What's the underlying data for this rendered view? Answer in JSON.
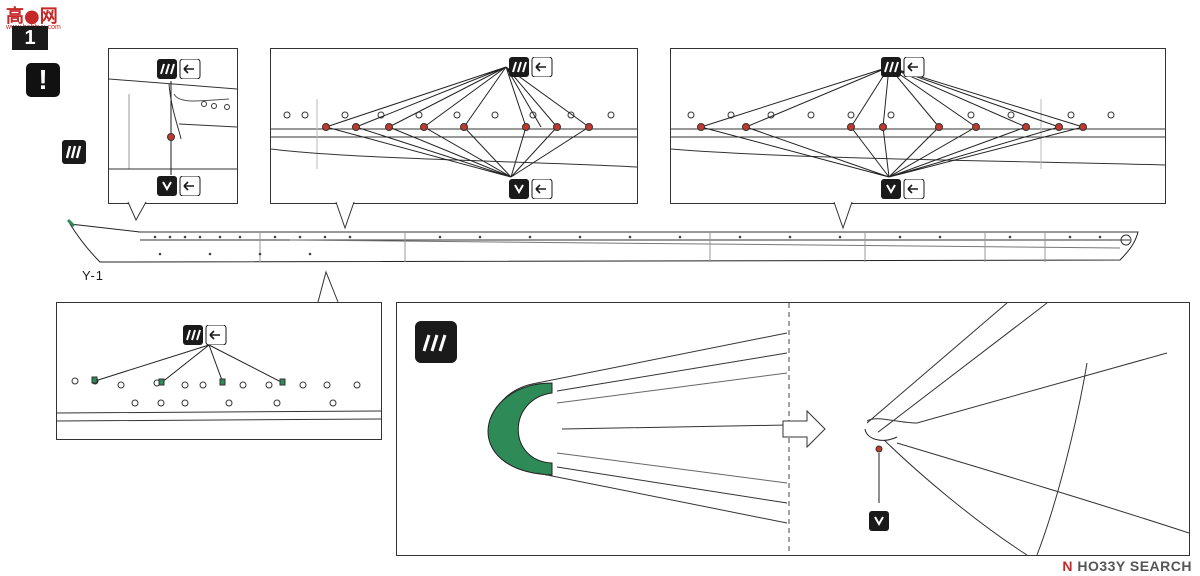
{
  "site": {
    "logo_text": "高●网",
    "url_text": "www.hobbyu.com"
  },
  "step": {
    "number": "1"
  },
  "warning": {
    "symbol": "!"
  },
  "parts": {
    "hull_label": "Y-1"
  },
  "watermark": {
    "lead": "N",
    "text": "HO33Y SEARCH"
  },
  "colors": {
    "photoetch_highlight": "#c0392b",
    "green_part": "#2e8b57",
    "icon_bg": "#1a1a1a"
  },
  "icons": [
    "photo-etch-icon",
    "arrow-part-icon",
    "glue-icon",
    "bend-icon"
  ]
}
